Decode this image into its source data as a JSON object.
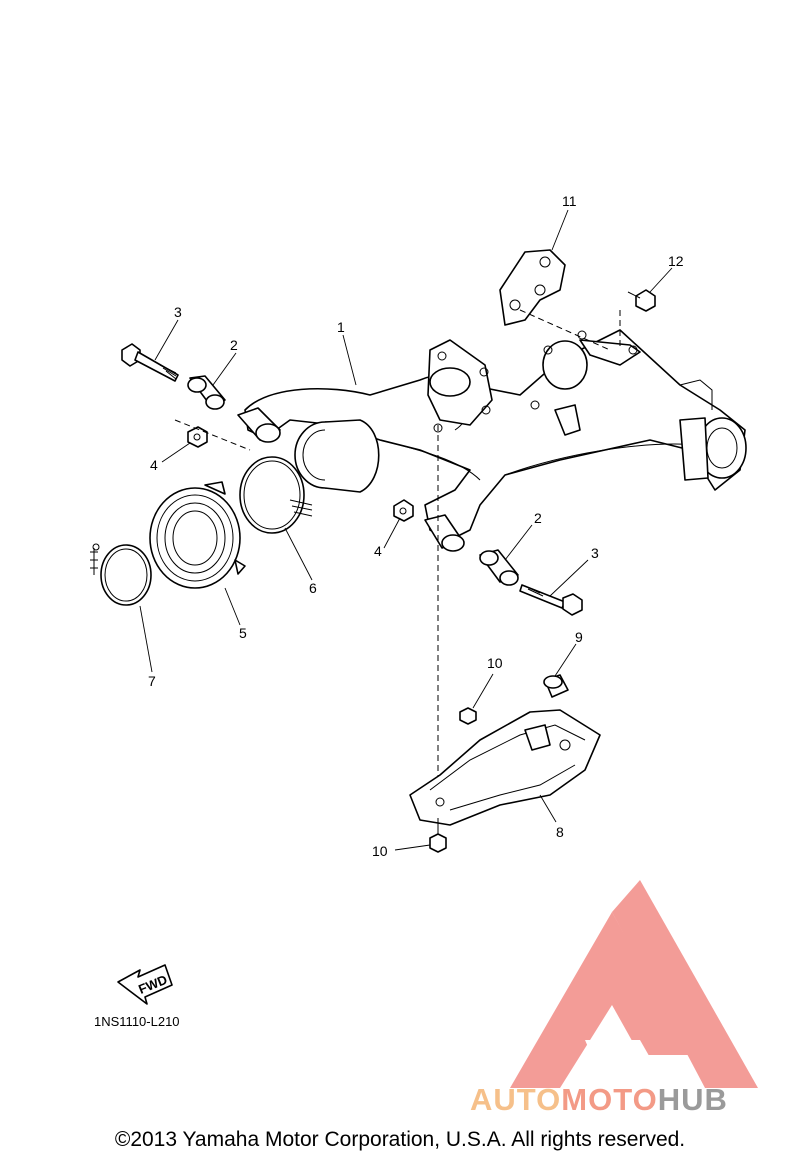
{
  "callouts": [
    "1",
    "2",
    "2",
    "3",
    "3",
    "4",
    "4",
    "5",
    "6",
    "7",
    "8",
    "9",
    "10",
    "10",
    "11",
    "12"
  ],
  "fwd_arrow_label": "FWD",
  "diagram_code": "1NS1110-L210",
  "copyright": "©2013 Yamaha Motor Corporation, U.S.A. All rights reserved.",
  "watermark": {
    "text_part1": "AUTO",
    "text_part2": "MOTO",
    "text_part3": "HUB",
    "colors": {
      "auto": "#f6c08a",
      "moto": "#f39a86",
      "hub": "#9a9a9a",
      "logo": "#f28b86"
    }
  }
}
